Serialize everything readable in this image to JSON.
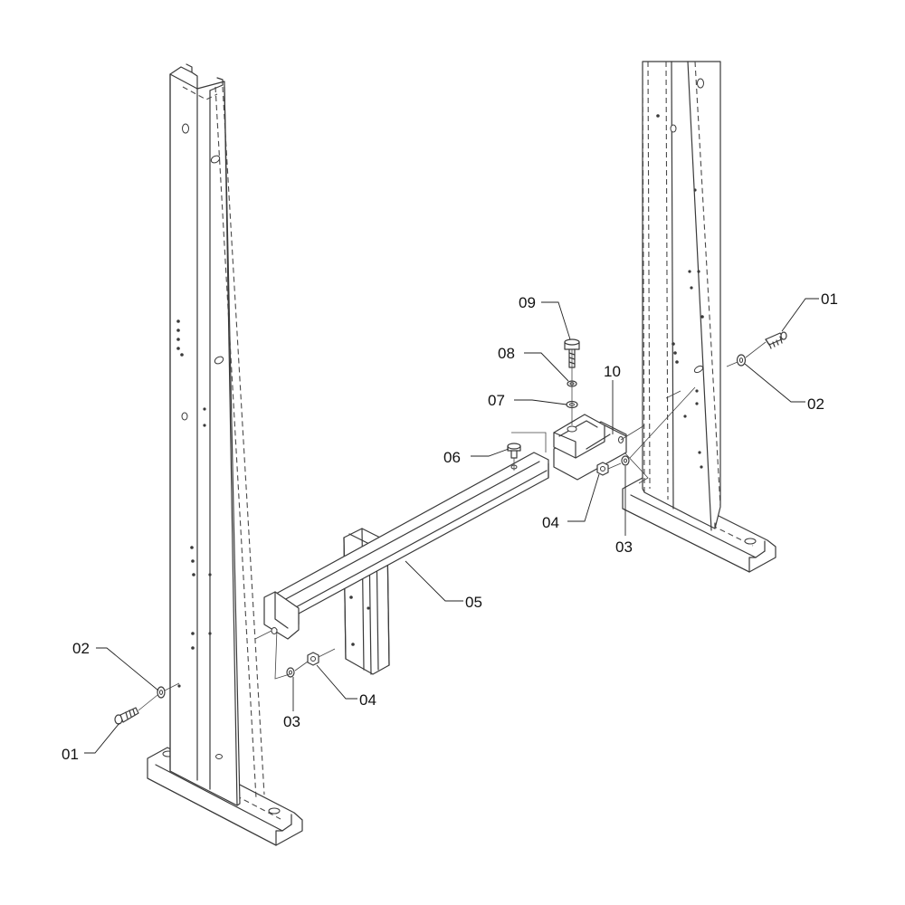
{
  "callouts": {
    "left_screw": "01",
    "left_washer": "02",
    "left_lock_washer": "03",
    "left_nut": "04",
    "crossbar": "05",
    "bar_bolt": "06",
    "flat_washer": "07",
    "spring_washer": "08",
    "top_bolt": "09",
    "bracket": "10",
    "right_screw": "01",
    "right_washer": "02",
    "right_lock_washer": "03",
    "right_nut": "04"
  }
}
